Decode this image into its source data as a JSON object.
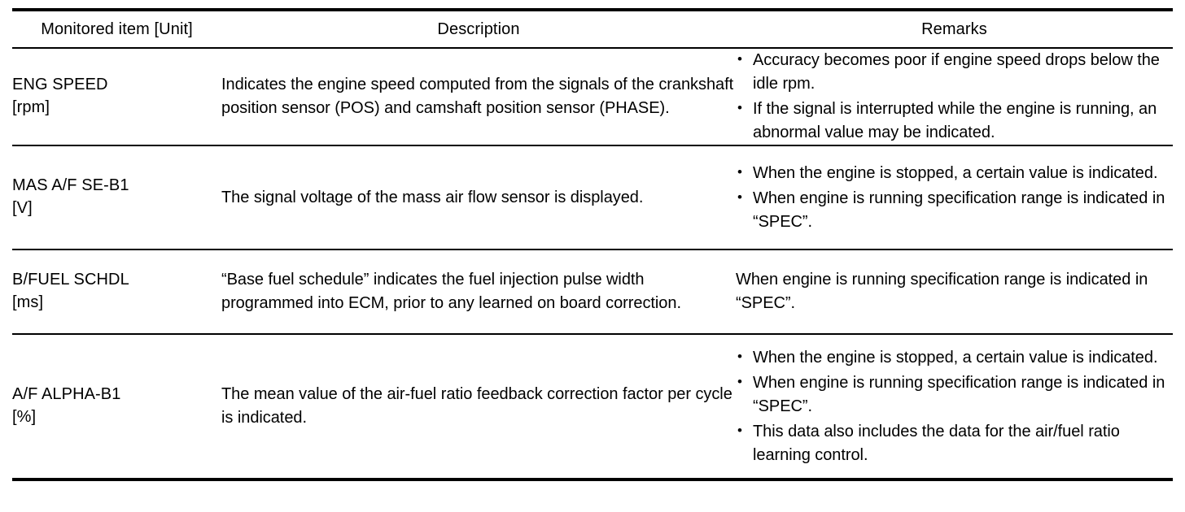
{
  "table": {
    "columns": [
      {
        "key": "item",
        "label": "Monitored item [Unit]"
      },
      {
        "key": "desc",
        "label": "Description"
      },
      {
        "key": "remarks",
        "label": "Remarks"
      }
    ],
    "rows": [
      {
        "item_name": "ENG SPEED",
        "item_unit": "[rpm]",
        "description": "Indicates the engine speed computed from the signals of the crankshaft position sensor (POS) and camshaft position sensor (PHASE).",
        "remarks_style": "bullets",
        "remarks": [
          "Accuracy becomes poor if engine speed drops below the idle rpm.",
          "If the signal is interrupted while the engine is running, an abnormal value may be indicated."
        ]
      },
      {
        "item_name": "MAS A/F SE-B1",
        "item_unit": "[V]",
        "description": "The signal voltage of the mass air flow sensor is displayed.",
        "remarks_style": "bullets",
        "remarks": [
          "When the engine is stopped, a certain value is indicated.",
          "When engine is running specification range is indicated in “SPEC”."
        ]
      },
      {
        "item_name": "B/FUEL SCHDL",
        "item_unit": "[ms]",
        "description": "“Base fuel schedule” indicates the fuel injection pulse width programmed into ECM, prior to any learned on board correction.",
        "remarks_style": "plain",
        "remarks": [
          "When engine is running specification range is indicated in “SPEC”."
        ]
      },
      {
        "item_name": "A/F ALPHA-B1",
        "item_unit": "[%]",
        "description": "The mean value of the air-fuel ratio feedback correction factor per cycle is indicated.",
        "remarks_style": "bullets",
        "remarks": [
          "When the engine is stopped, a certain value is indicated.",
          "When engine is running specification range is indicated in “SPEC”.",
          "This data also includes the data for the air/fuel ratio learning control."
        ]
      }
    ]
  },
  "colors": {
    "rule": "#000000",
    "text": "#000000",
    "background": "#ffffff"
  }
}
